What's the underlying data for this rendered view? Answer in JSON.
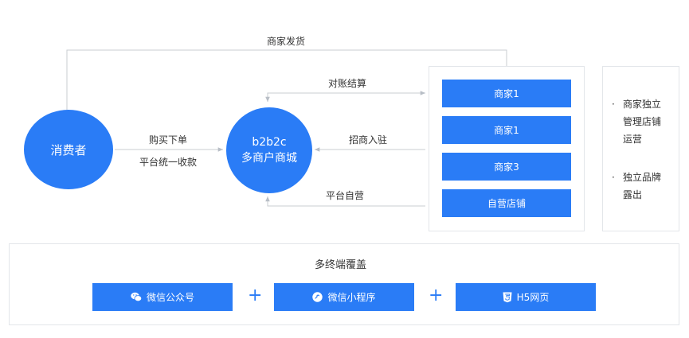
{
  "consumer": {
    "label": "消费者"
  },
  "mall": {
    "line1": "b2b2c",
    "line2": "多商户商城"
  },
  "flows": {
    "merchant_ship": "商家发货",
    "reconcile": "对账结算",
    "purchase": "购买下单",
    "unified_payment": "平台统一收款",
    "merchant_join": "招商入驻",
    "self_operated": "平台自营"
  },
  "merchants": [
    "商家1",
    "商家1",
    "商家3",
    "自营店铺"
  ],
  "notes": [
    {
      "dot": "·",
      "lines": [
        "商家独立",
        "管理店铺",
        "运营"
      ]
    },
    {
      "dot": "·",
      "lines": [
        "独立品牌",
        "露出"
      ]
    }
  ],
  "terminals": {
    "title": "多终端覆盖",
    "items": [
      {
        "label": "微信公众号",
        "icon": "wechat-icon"
      },
      {
        "label": "微信小程序",
        "icon": "mini-program-icon"
      },
      {
        "label": "H5网页",
        "icon": "html5-icon"
      }
    ],
    "plus": "+"
  },
  "colors": {
    "accent": "#2a7cf6",
    "line": "#c8ccd2",
    "border": "#e3e6ea"
  }
}
